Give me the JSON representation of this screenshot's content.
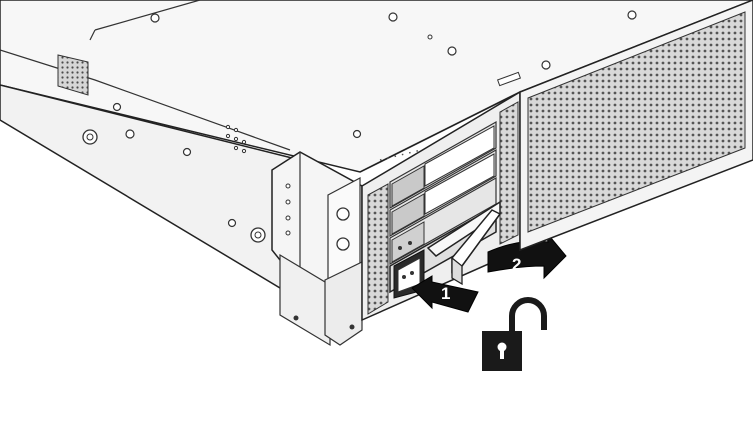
{
  "figure": {
    "steps": [
      {
        "number": "1",
        "action": "push-release-button",
        "arrow_color": "#111111"
      },
      {
        "number": "2",
        "action": "swing-lever-open",
        "arrow_color": "#111111"
      }
    ],
    "lock_state": "unlocked",
    "lock_icon": "open-padlock-icon",
    "lock_color": "#1a1a1a",
    "chassis_fill": "#f4f4f4",
    "outline_color": "#222222"
  }
}
